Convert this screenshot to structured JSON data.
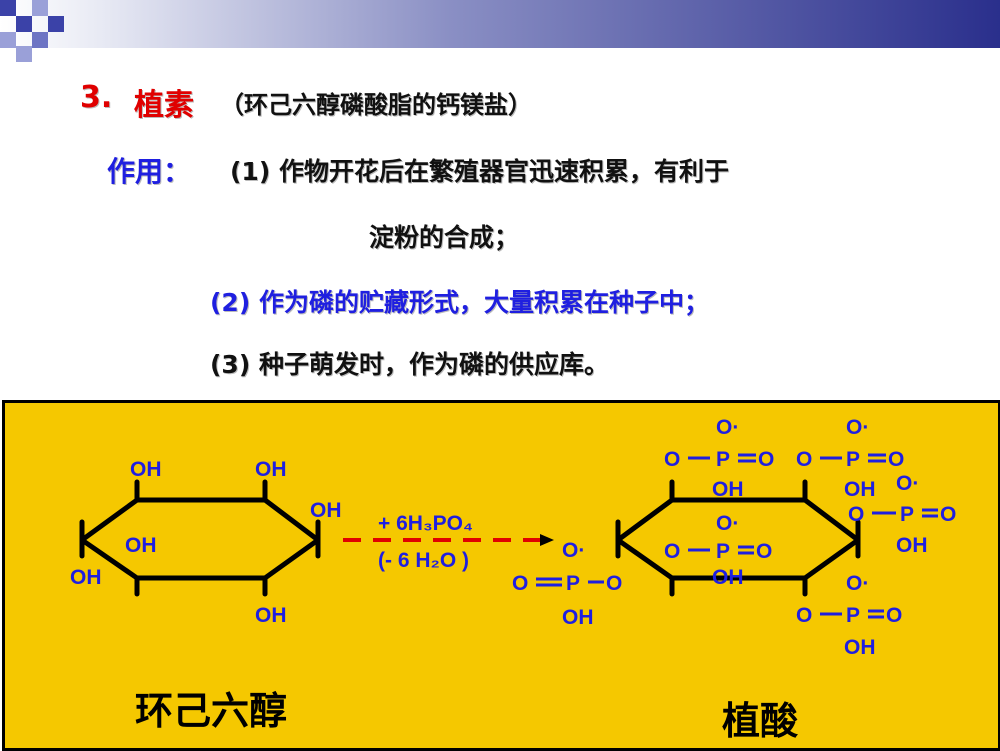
{
  "header": {
    "number": "3.",
    "title": "植素",
    "subtitle": "（环己六醇磷酸脂的钙镁盐）"
  },
  "uses": {
    "label": "作用：",
    "item1_line1": "(1)  作物开花后在繁殖器官迅速积累，有利于",
    "item1_line2": "淀粉的合成；",
    "item2": "(2)  作为磷的贮藏形式，大量积累在种子中；",
    "item3": "(3)  种子萌发时，作为磷的供应库。"
  },
  "diagram": {
    "inositol_groups": [
      "OH",
      "OH",
      "OH",
      "OH",
      "OH",
      "OH"
    ],
    "reaction_reagent": "+ 6H₃PO₄",
    "reaction_water": "(- 6 H₂O )",
    "phosphate_atoms": {
      "o": "O",
      "p": "P",
      "oh": "OH",
      "o_minus": "O·"
    },
    "inositol_name": "环己六醇",
    "phytic_name": "植酸"
  },
  "colors": {
    "title_red": "#e00000",
    "accent_blue": "#1f1fe0",
    "panel_yellow": "#f5c800",
    "dashed_red": "#e00000"
  }
}
